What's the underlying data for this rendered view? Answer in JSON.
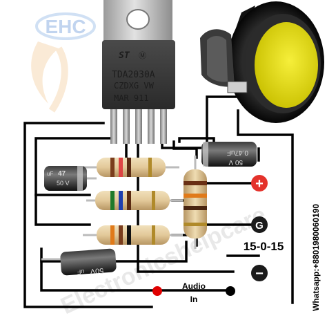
{
  "watermark": {
    "logo_text": "EHC",
    "diagonal_text": "Electronicshelpcare"
  },
  "ic": {
    "line1": "TDA2030A",
    "line2": "CZDXG VW",
    "line3": "MAR    911",
    "logo_mark": "ST"
  },
  "capacitors": {
    "c_left": {
      "line1": "47",
      "line2": "50 V",
      "unit": "uF"
    },
    "c_top": {
      "line1": "50 V",
      "line2": "0.47uF"
    },
    "c_bottom": {
      "line1": "50V",
      "line2": "uF"
    }
  },
  "labels": {
    "plus": "+",
    "ground": "G",
    "minus": "−",
    "supply": "15-0-15",
    "audio": "Audio",
    "in": "In",
    "whatsapp": "Whatsapp:+8801980060190"
  },
  "colors": {
    "wire": "#000000",
    "plus_red": "#e4322b",
    "minus_black": "#1a1a1a",
    "cone_yellow": "#e8e000",
    "resistor_body": "#e3c99a",
    "audio_dot_red": "#e00000"
  }
}
